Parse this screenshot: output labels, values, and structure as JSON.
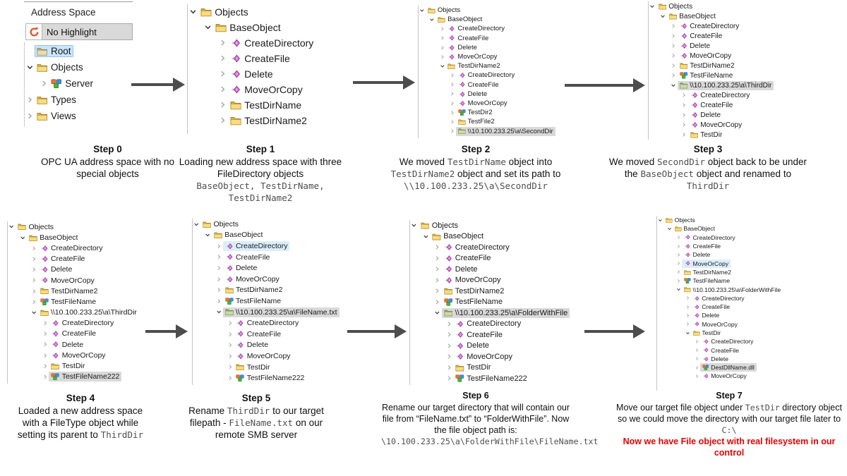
{
  "colors": {
    "arrow": "#4d4d4d",
    "highlight_gray": "#d9d9d9",
    "highlight_blue": "#cbe5fb",
    "highlight_lightblue": "#dceefb",
    "warning_red": "#e90000",
    "folder_yellow": "#f7dc81",
    "folder_green": "#cdd9a8",
    "method_purple": "#cf5fd3"
  },
  "icons": [
    "folder-icon",
    "folder-green-icon",
    "folder-tan-icon",
    "object-cubes-icon",
    "method-diamond-icon",
    "chevron-expanded-icon",
    "chevron-collapsed-icon",
    "refresh-icon"
  ],
  "steps": [
    {
      "title": "Step 0",
      "header_title": "Address Space",
      "toolbar_label": "No Highlight",
      "caption": [
        [
          {
            "t": "OPC UA address space with no special objects"
          }
        ]
      ],
      "tree": [
        {
          "i": 0,
          "c": "",
          "icon": "folder-tan",
          "label": "Root",
          "hl": "blue"
        },
        {
          "i": 0,
          "c": "exp",
          "icon": "folder",
          "label": "Objects",
          "hl": ""
        },
        {
          "i": 1,
          "c": "col",
          "icon": "object",
          "label": "Server",
          "hl": ""
        },
        {
          "i": 0,
          "c": "col",
          "icon": "folder",
          "label": "Types",
          "hl": ""
        },
        {
          "i": 0,
          "c": "col",
          "icon": "folder",
          "label": "Views",
          "hl": ""
        }
      ]
    },
    {
      "title": "Step 1",
      "caption": [
        [
          {
            "t": "Loading new address space with three FileDirectory objects"
          }
        ],
        [
          {
            "t": "BaseObject, TestDirName,",
            "mono": true
          }
        ],
        [
          {
            "t": "TestDirName2",
            "mono": true
          }
        ]
      ],
      "tree": [
        {
          "i": 0,
          "c": "exp",
          "icon": "folder",
          "label": "Objects",
          "hl": ""
        },
        {
          "i": 1,
          "c": "exp",
          "icon": "folder",
          "label": "BaseObject",
          "hl": ""
        },
        {
          "i": 2,
          "c": "col",
          "icon": "method",
          "label": "CreateDirectory",
          "hl": ""
        },
        {
          "i": 2,
          "c": "col",
          "icon": "method",
          "label": "CreateFile",
          "hl": ""
        },
        {
          "i": 2,
          "c": "col",
          "icon": "method",
          "label": "Delete",
          "hl": ""
        },
        {
          "i": 2,
          "c": "col",
          "icon": "method",
          "label": "MoveOrCopy",
          "hl": ""
        },
        {
          "i": 2,
          "c": "col",
          "icon": "folder",
          "label": "TestDirName",
          "hl": ""
        },
        {
          "i": 2,
          "c": "col",
          "icon": "folder",
          "label": "TestDirName2",
          "hl": ""
        }
      ]
    },
    {
      "title": "Step 2",
      "caption": [
        [
          {
            "t": "We moved "
          },
          {
            "t": "TestDirName",
            "mono": true
          },
          {
            "t": " object into "
          },
          {
            "t": "TestDirName2",
            "mono": true
          },
          {
            "t": " object and set its path to "
          },
          {
            "t": "\\\\10.100.233.25\\a\\SecondDir",
            "mono": true
          }
        ]
      ],
      "tree": [
        {
          "i": 0,
          "c": "exp",
          "icon": "folder",
          "label": "Objects",
          "hl": ""
        },
        {
          "i": 1,
          "c": "exp",
          "icon": "folder",
          "label": "BaseObject",
          "hl": ""
        },
        {
          "i": 2,
          "c": "col",
          "icon": "method",
          "label": "CreateDirectory",
          "hl": ""
        },
        {
          "i": 2,
          "c": "col",
          "icon": "method",
          "label": "CreateFile",
          "hl": ""
        },
        {
          "i": 2,
          "c": "col",
          "icon": "method",
          "label": "Delete",
          "hl": ""
        },
        {
          "i": 2,
          "c": "col",
          "icon": "method",
          "label": "MoveOrCopy",
          "hl": ""
        },
        {
          "i": 2,
          "c": "exp",
          "icon": "folder",
          "label": "TestDirName2",
          "hl": ""
        },
        {
          "i": 3,
          "c": "col",
          "icon": "method",
          "label": "CreateDirectory",
          "hl": ""
        },
        {
          "i": 3,
          "c": "col",
          "icon": "method",
          "label": "CreateFile",
          "hl": ""
        },
        {
          "i": 3,
          "c": "col",
          "icon": "method",
          "label": "Delete",
          "hl": ""
        },
        {
          "i": 3,
          "c": "col",
          "icon": "method",
          "label": "MoveOrCopy",
          "hl": ""
        },
        {
          "i": 3,
          "c": "col",
          "icon": "object",
          "label": "TestDir2",
          "hl": ""
        },
        {
          "i": 3,
          "c": "col",
          "icon": "folder",
          "label": "TestFile2",
          "hl": ""
        },
        {
          "i": 3,
          "c": "col",
          "icon": "folder-green",
          "label": "\\\\10.100.233.25\\a\\SecondDir",
          "hl": "gray"
        }
      ]
    },
    {
      "title": "Step 3",
      "caption": [
        [
          {
            "t": "We moved "
          },
          {
            "t": "SecondDir",
            "mono": true
          },
          {
            "t": "  object back to be under the "
          },
          {
            "t": "BaseObject",
            "mono": true
          },
          {
            "t": " object and renamed to "
          },
          {
            "t": "ThirdDir",
            "mono": true
          }
        ]
      ],
      "tree": [
        {
          "i": 0,
          "c": "exp",
          "icon": "folder",
          "label": "Objects",
          "hl": ""
        },
        {
          "i": 1,
          "c": "exp",
          "icon": "folder",
          "label": "BaseObject",
          "hl": ""
        },
        {
          "i": 2,
          "c": "col",
          "icon": "method",
          "label": "CreateDirectory",
          "hl": ""
        },
        {
          "i": 2,
          "c": "col",
          "icon": "method",
          "label": "CreateFile",
          "hl": ""
        },
        {
          "i": 2,
          "c": "col",
          "icon": "method",
          "label": "Delete",
          "hl": ""
        },
        {
          "i": 2,
          "c": "col",
          "icon": "method",
          "label": "MoveOrCopy",
          "hl": ""
        },
        {
          "i": 2,
          "c": "col",
          "icon": "folder",
          "label": "TestDirName2",
          "hl": ""
        },
        {
          "i": 2,
          "c": "col",
          "icon": "object",
          "label": "TestFileName",
          "hl": ""
        },
        {
          "i": 2,
          "c": "exp",
          "icon": "folder-green",
          "label": "\\\\10.100.233.25\\a\\ThirdDir",
          "hl": "gray"
        },
        {
          "i": 3,
          "c": "col",
          "icon": "method",
          "label": "CreateDirectory",
          "hl": ""
        },
        {
          "i": 3,
          "c": "col",
          "icon": "method",
          "label": "CreateFile",
          "hl": ""
        },
        {
          "i": 3,
          "c": "col",
          "icon": "method",
          "label": "Delete",
          "hl": ""
        },
        {
          "i": 3,
          "c": "col",
          "icon": "method",
          "label": "MoveOrCopy",
          "hl": ""
        },
        {
          "i": 3,
          "c": "col",
          "icon": "folder",
          "label": "TestDir",
          "hl": ""
        }
      ]
    },
    {
      "title": "Step 4",
      "caption": [
        [
          {
            "t": "Loaded a new address space with a FileType object while setting its parent to "
          },
          {
            "t": "ThirdDir",
            "mono": true
          }
        ]
      ],
      "tree": [
        {
          "i": 0,
          "c": "exp",
          "icon": "folder",
          "label": "Objects",
          "hl": ""
        },
        {
          "i": 1,
          "c": "exp",
          "icon": "folder",
          "label": "BaseObject",
          "hl": ""
        },
        {
          "i": 2,
          "c": "col",
          "icon": "method",
          "label": "CreateDirectory",
          "hl": ""
        },
        {
          "i": 2,
          "c": "col",
          "icon": "method",
          "label": "CreateFile",
          "hl": ""
        },
        {
          "i": 2,
          "c": "col",
          "icon": "method",
          "label": "Delete",
          "hl": ""
        },
        {
          "i": 2,
          "c": "col",
          "icon": "method",
          "label": "MoveOrCopy",
          "hl": ""
        },
        {
          "i": 2,
          "c": "col",
          "icon": "folder",
          "label": "TestDirName2",
          "hl": ""
        },
        {
          "i": 2,
          "c": "col",
          "icon": "object",
          "label": "TestFileName",
          "hl": ""
        },
        {
          "i": 2,
          "c": "exp",
          "icon": "folder",
          "label": "\\\\10.100.233.25\\a\\ThirdDir",
          "hl": ""
        },
        {
          "i": 3,
          "c": "col",
          "icon": "method",
          "label": "CreateDirectory",
          "hl": ""
        },
        {
          "i": 3,
          "c": "col",
          "icon": "method",
          "label": "CreateFile",
          "hl": ""
        },
        {
          "i": 3,
          "c": "col",
          "icon": "method",
          "label": "Delete",
          "hl": ""
        },
        {
          "i": 3,
          "c": "col",
          "icon": "method",
          "label": "MoveOrCopy",
          "hl": ""
        },
        {
          "i": 3,
          "c": "col",
          "icon": "folder",
          "label": "TestDir",
          "hl": ""
        },
        {
          "i": 3,
          "c": "col",
          "icon": "object",
          "label": "TestFileName222",
          "hl": "gray"
        }
      ]
    },
    {
      "title": "Step 5",
      "caption": [
        [
          {
            "t": "Rename "
          },
          {
            "t": "ThirdDir",
            "mono": true
          },
          {
            "t": " to our target filepath - "
          },
          {
            "t": "FileName.txt",
            "mono": true
          },
          {
            "t": " on our remote SMB server"
          }
        ]
      ],
      "tree": [
        {
          "i": 0,
          "c": "exp",
          "icon": "folder",
          "label": "Objects",
          "hl": ""
        },
        {
          "i": 1,
          "c": "exp",
          "icon": "folder",
          "label": "BaseObject",
          "hl": ""
        },
        {
          "i": 2,
          "c": "col",
          "icon": "method",
          "label": "CreateDirectory",
          "hl": "lightblue"
        },
        {
          "i": 2,
          "c": "col",
          "icon": "method",
          "label": "CreateFile",
          "hl": ""
        },
        {
          "i": 2,
          "c": "col",
          "icon": "method",
          "label": "Delete",
          "hl": ""
        },
        {
          "i": 2,
          "c": "col",
          "icon": "method",
          "label": "MoveOrCopy",
          "hl": ""
        },
        {
          "i": 2,
          "c": "col",
          "icon": "folder",
          "label": "TestDirName2",
          "hl": ""
        },
        {
          "i": 2,
          "c": "col",
          "icon": "object",
          "label": "TestFileName",
          "hl": ""
        },
        {
          "i": 2,
          "c": "exp",
          "icon": "folder-green",
          "label": "\\\\10.100.233.25\\a\\FileName.txt",
          "hl": "gray"
        },
        {
          "i": 3,
          "c": "col",
          "icon": "method",
          "label": "CreateDirectory",
          "hl": ""
        },
        {
          "i": 3,
          "c": "col",
          "icon": "method",
          "label": "CreateFile",
          "hl": ""
        },
        {
          "i": 3,
          "c": "col",
          "icon": "method",
          "label": "Delete",
          "hl": ""
        },
        {
          "i": 3,
          "c": "col",
          "icon": "method",
          "label": "MoveOrCopy",
          "hl": ""
        },
        {
          "i": 3,
          "c": "col",
          "icon": "folder",
          "label": "TestDir",
          "hl": ""
        },
        {
          "i": 3,
          "c": "col",
          "icon": "object",
          "label": "TestFileName222",
          "hl": ""
        }
      ]
    },
    {
      "title": "Step 6",
      "caption": [
        [
          {
            "t": "Rename our target directory that will contain our file from “FileName.txt” to “FolderWithFile”. Now the file object path is:"
          }
        ],
        [
          {
            "t": "\\10.100.233.25\\a\\FolderWithFile\\FileName.txt",
            "mono": true
          }
        ]
      ],
      "tree": [
        {
          "i": 0,
          "c": "exp",
          "icon": "folder",
          "label": "Objects",
          "hl": ""
        },
        {
          "i": 1,
          "c": "exp",
          "icon": "folder",
          "label": "BaseObject",
          "hl": ""
        },
        {
          "i": 2,
          "c": "col",
          "icon": "method",
          "label": "CreateDirectory",
          "hl": ""
        },
        {
          "i": 2,
          "c": "col",
          "icon": "method",
          "label": "CreateFile",
          "hl": ""
        },
        {
          "i": 2,
          "c": "col",
          "icon": "method",
          "label": "Delete",
          "hl": ""
        },
        {
          "i": 2,
          "c": "col",
          "icon": "method",
          "label": "MoveOrCopy",
          "hl": ""
        },
        {
          "i": 2,
          "c": "col",
          "icon": "folder",
          "label": "TestDirName2",
          "hl": ""
        },
        {
          "i": 2,
          "c": "col",
          "icon": "object",
          "label": "TestFileName",
          "hl": ""
        },
        {
          "i": 2,
          "c": "exp",
          "icon": "folder-green",
          "label": "\\\\10.100.233.25\\a\\FolderWithFile",
          "hl": "gray"
        },
        {
          "i": 3,
          "c": "col",
          "icon": "method",
          "label": "CreateDirectory",
          "hl": ""
        },
        {
          "i": 3,
          "c": "col",
          "icon": "method",
          "label": "CreateFile",
          "hl": ""
        },
        {
          "i": 3,
          "c": "col",
          "icon": "method",
          "label": "Delete",
          "hl": ""
        },
        {
          "i": 3,
          "c": "col",
          "icon": "method",
          "label": "MoveOrCopy",
          "hl": ""
        },
        {
          "i": 3,
          "c": "col",
          "icon": "folder",
          "label": "TestDir",
          "hl": ""
        },
        {
          "i": 3,
          "c": "col",
          "icon": "object",
          "label": "TestFileName222",
          "hl": ""
        }
      ]
    },
    {
      "title": "Step 7",
      "caption": [
        [
          {
            "t": "Move our target file object under "
          },
          {
            "t": "TestDir",
            "mono": true
          },
          {
            "t": " directory object so we could move the directory with our target file later to "
          },
          {
            "t": "C:\\",
            "mono": true
          }
        ],
        [
          {
            "t": "Now we have File object with real filesystem in our control",
            "red": true
          }
        ]
      ],
      "tree": [
        {
          "i": 0,
          "c": "exp",
          "icon": "folder",
          "label": "Objects",
          "hl": ""
        },
        {
          "i": 1,
          "c": "exp",
          "icon": "folder",
          "label": "BaseObject",
          "hl": ""
        },
        {
          "i": 2,
          "c": "col",
          "icon": "method",
          "label": "CreateDirectory",
          "hl": ""
        },
        {
          "i": 2,
          "c": "col",
          "icon": "method",
          "label": "CreateFile",
          "hl": ""
        },
        {
          "i": 2,
          "c": "col",
          "icon": "method",
          "label": "Delete",
          "hl": ""
        },
        {
          "i": 2,
          "c": "col",
          "icon": "method",
          "label": "MoveOrCopy",
          "hl": "lightblue"
        },
        {
          "i": 2,
          "c": "col",
          "icon": "folder",
          "label": "TestDirName2",
          "hl": ""
        },
        {
          "i": 2,
          "c": "col",
          "icon": "object",
          "label": "TestFileName",
          "hl": ""
        },
        {
          "i": 2,
          "c": "exp",
          "icon": "folder",
          "label": "\\\\10.100.233.25\\a\\FolderWithFile",
          "hl": ""
        },
        {
          "i": 3,
          "c": "col",
          "icon": "method",
          "label": "CreateDirectory",
          "hl": ""
        },
        {
          "i": 3,
          "c": "col",
          "icon": "method",
          "label": "CreateFile",
          "hl": ""
        },
        {
          "i": 3,
          "c": "col",
          "icon": "method",
          "label": "Delete",
          "hl": ""
        },
        {
          "i": 3,
          "c": "col",
          "icon": "method",
          "label": "MoveOrCopy",
          "hl": ""
        },
        {
          "i": 3,
          "c": "exp",
          "icon": "folder",
          "label": "TestDir",
          "hl": ""
        },
        {
          "i": 4,
          "c": "col",
          "icon": "method",
          "label": "CreateDirectory",
          "hl": ""
        },
        {
          "i": 4,
          "c": "col",
          "icon": "method",
          "label": "CreateFile",
          "hl": ""
        },
        {
          "i": 4,
          "c": "col",
          "icon": "method",
          "label": "Delete",
          "hl": ""
        },
        {
          "i": 4,
          "c": "col",
          "icon": "object",
          "label": "DestDllName.dll",
          "hl": "gray"
        },
        {
          "i": 4,
          "c": "col",
          "icon": "method",
          "label": "MoveOrCopy",
          "hl": ""
        }
      ]
    }
  ]
}
